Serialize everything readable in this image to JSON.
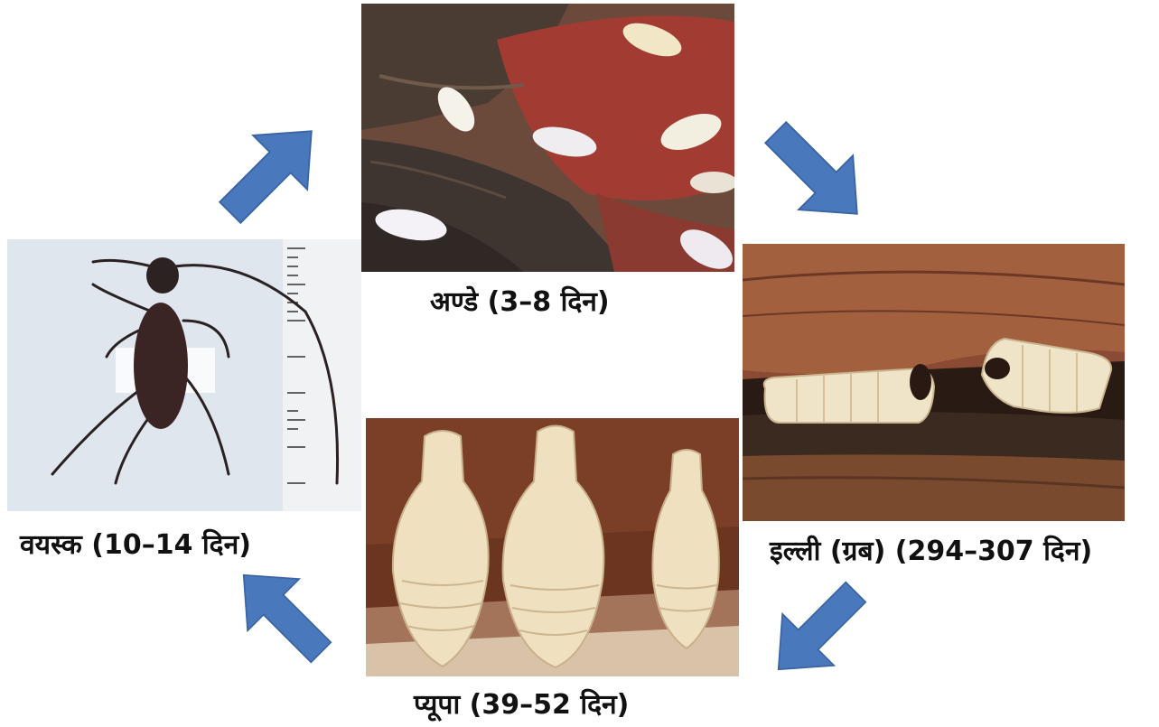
{
  "stages": {
    "eggs": {
      "label": "अण्डे (3–8 दिन)"
    },
    "larva": {
      "label": "इल्ली (ग्रब) (294–307 दिन)"
    },
    "pupa": {
      "label": "प्यूपा (39–52 दिन)"
    },
    "adult": {
      "label": "वयस्क (10–14 दिन)"
    }
  },
  "colors": {
    "arrow": "#4a78bd",
    "arrow_stroke": "#3a64a3"
  }
}
